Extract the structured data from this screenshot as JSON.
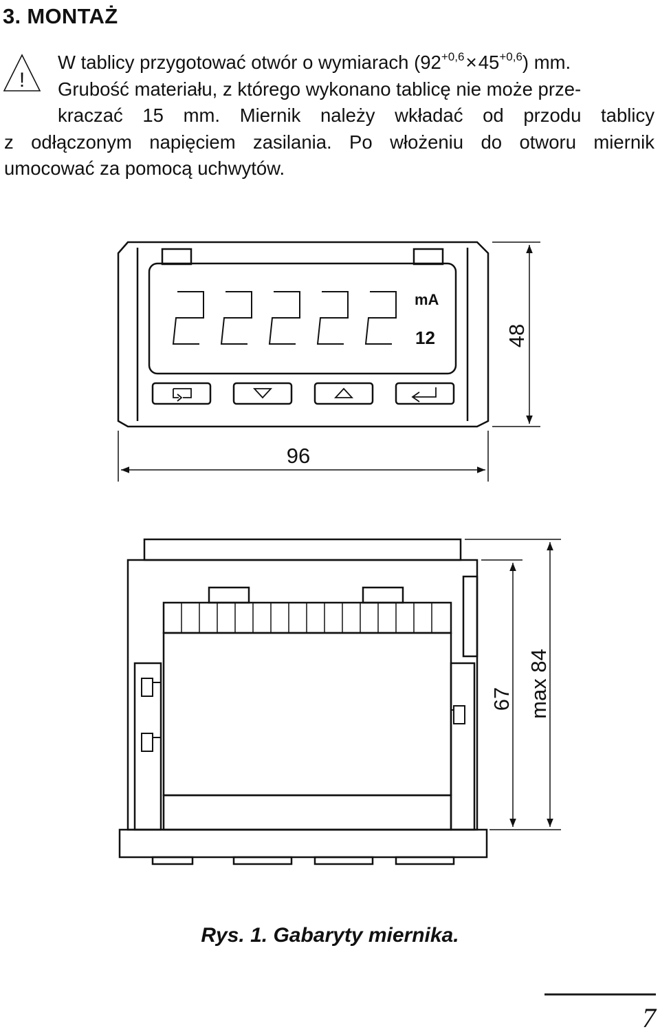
{
  "section_title": "3. MONTAŻ",
  "warning_icon": "warning-triangle-exclamation",
  "warning_mark": "!",
  "paragraph": {
    "line1_pre": "W tablicy przygotować otwór o wymiarach (92",
    "sup1": "+0,6",
    "times": "×",
    "line1_mid": "45",
    "sup2": "+0,6",
    "line1_post": ") mm.",
    "line2": "Grubość materiału, z którego wykonano tablicę nie może prze-",
    "line3": "kraczać 15 mm. Miernik należy wkładać od przodu tablicy",
    "line4": "z odłączonym napięciem zasilania. Po włożeniu do otworu miernik",
    "line5": "umocować za pomocą uchwytów."
  },
  "front_view": {
    "display_digits": "22222",
    "unit_label": "mA",
    "indicator_label": "12",
    "buttons": [
      "menu-icon",
      "down-arrow-icon",
      "up-arrow-icon",
      "enter-icon"
    ],
    "dim_width": "96",
    "dim_height": "48"
  },
  "top_view": {
    "dim_depth": "67",
    "dim_max_depth": "max 84"
  },
  "caption": "Rys. 1. Gabaryty miernika.",
  "page_number": "7"
}
